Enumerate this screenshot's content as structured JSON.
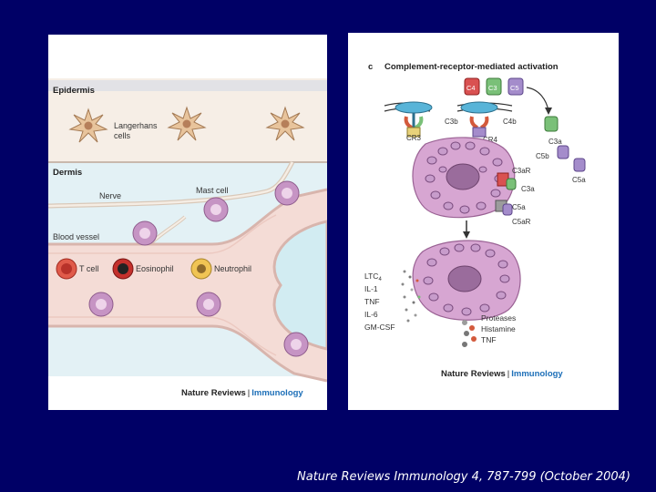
{
  "left_figure": {
    "labels": {
      "epidermis": "Epidermis",
      "langerhans": "Langerhans",
      "langerhans_2": "cells",
      "dermis": "Dermis",
      "mast_cell": "Mast cell",
      "nerve": "Nerve",
      "blood_vessel": "Blood vessel",
      "t_cell": "T cell",
      "eosinophil": "Eosinophil",
      "neutrophil": "Neutrophil"
    },
    "footer": {
      "brand": "Nature Reviews",
      "separator": "|",
      "journal": "Immunology"
    }
  },
  "right_figure": {
    "panel_letter": "c",
    "title": "Complement-receptor-mediated activation",
    "labels": {
      "c4": "C4",
      "c3": "C3",
      "c5": "C5",
      "c3b": "C3b",
      "c4b": "C4b",
      "cr3": "CR3",
      "cr4": "CR4",
      "c3a_free": "C3a",
      "c5b": "C5b",
      "c5a_free": "C5a",
      "c3ar": "C3aR",
      "c3a_bound": "C3a",
      "c5a_bound": "C5a",
      "c5ar": "C5aR"
    },
    "mediators": [
      "LTC",
      "IL-1",
      "TNF",
      "IL-6",
      "GM-CSF"
    ],
    "mediator_sub": "4",
    "granule_products": [
      "Proteases",
      "Histamine",
      "TNF"
    ],
    "footer": {
      "brand": "Nature Reviews",
      "separator": "|",
      "journal": "Immunology"
    }
  },
  "citation": "Nature Reviews Immunology 4, 787-799 (October 2004)"
}
